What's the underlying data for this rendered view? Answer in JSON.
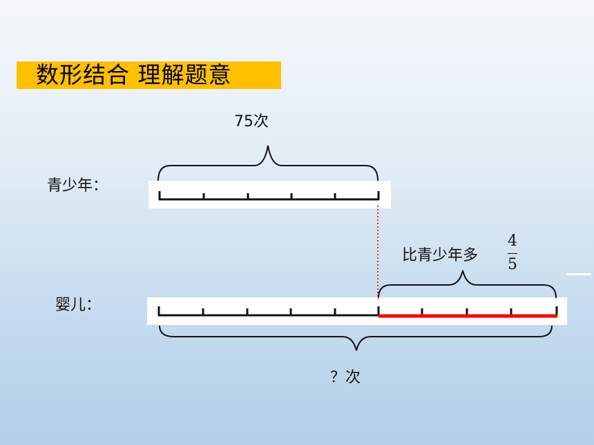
{
  "title": "数形结合  理解题意",
  "teen": {
    "label": "青少年：",
    "total": "75次"
  },
  "infant": {
    "label": "婴儿：",
    "total": "？次"
  },
  "difference": {
    "label": "比青少年多",
    "numerator": "4",
    "denominator": "5"
  },
  "colors": {
    "title_bg": "#ffc000",
    "highlight": "#ff0000",
    "dotted": "#e0312b"
  }
}
